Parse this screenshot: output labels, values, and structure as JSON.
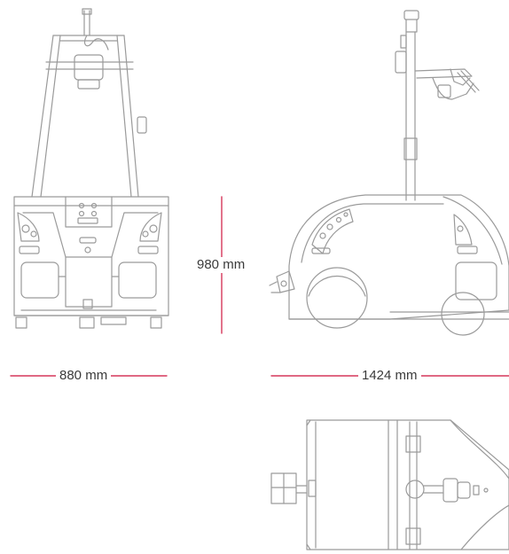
{
  "dimensions": {
    "width_label": "880 mm",
    "length_label": "1424 mm",
    "height_label": "980 mm"
  },
  "colors": {
    "dimension_line": "#d6375a",
    "outline": "#9a9a9a",
    "background": "#ffffff",
    "label_text": "#3a3a3a"
  }
}
